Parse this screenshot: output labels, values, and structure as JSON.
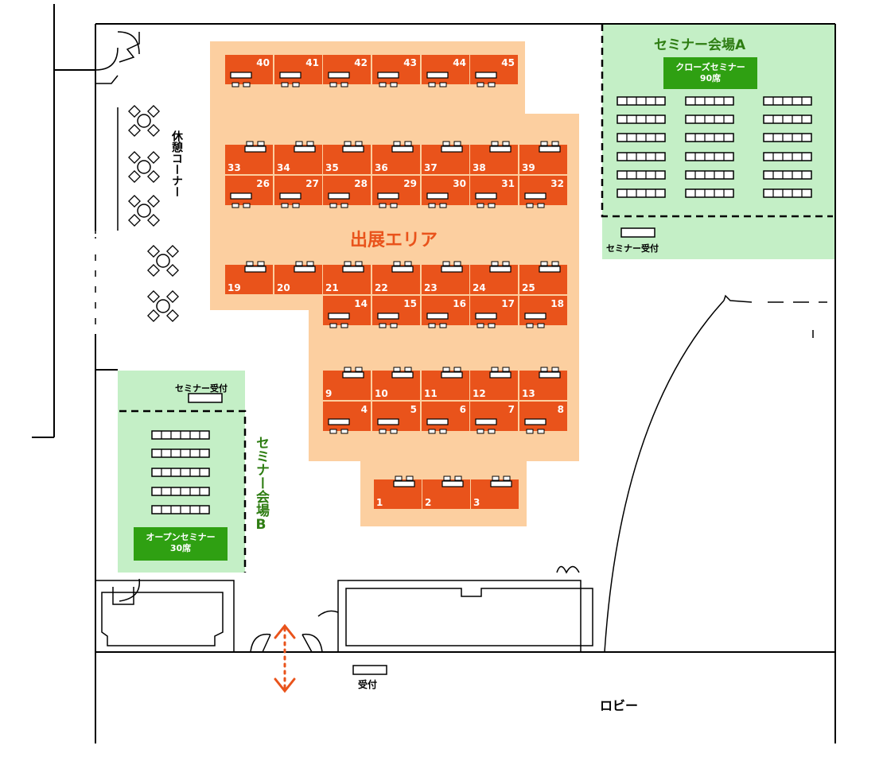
{
  "colors": {
    "exhibit_area": "#fccfa0",
    "booth": "#e9531b",
    "seminar_area": "#c4efc6",
    "badge": "#2fa012",
    "seminar_title": "#2e7d12",
    "arrow": "#e9531b"
  },
  "exhibit": {
    "title": "出展エリア",
    "booths": [
      {
        "num": "40"
      },
      {
        "num": "41"
      },
      {
        "num": "42"
      },
      {
        "num": "43"
      },
      {
        "num": "44"
      },
      {
        "num": "45"
      },
      {
        "num": "33"
      },
      {
        "num": "34"
      },
      {
        "num": "35"
      },
      {
        "num": "36"
      },
      {
        "num": "37"
      },
      {
        "num": "38"
      },
      {
        "num": "39"
      },
      {
        "num": "26"
      },
      {
        "num": "27"
      },
      {
        "num": "28"
      },
      {
        "num": "29"
      },
      {
        "num": "30"
      },
      {
        "num": "31"
      },
      {
        "num": "32"
      },
      {
        "num": "19"
      },
      {
        "num": "20"
      },
      {
        "num": "21"
      },
      {
        "num": "22"
      },
      {
        "num": "23"
      },
      {
        "num": "24"
      },
      {
        "num": "25"
      },
      {
        "num": "14"
      },
      {
        "num": "15"
      },
      {
        "num": "16"
      },
      {
        "num": "17"
      },
      {
        "num": "18"
      },
      {
        "num": "9"
      },
      {
        "num": "10"
      },
      {
        "num": "11"
      },
      {
        "num": "12"
      },
      {
        "num": "13"
      },
      {
        "num": "4"
      },
      {
        "num": "5"
      },
      {
        "num": "6"
      },
      {
        "num": "7"
      },
      {
        "num": "8"
      },
      {
        "num": "1"
      },
      {
        "num": "2"
      },
      {
        "num": "3"
      }
    ]
  },
  "seminar_a": {
    "title": "セミナー会場A",
    "badge_line1": "クローズセミナー",
    "badge_line2": "90席",
    "reception": "セミナー受付"
  },
  "seminar_b": {
    "title": "セミナー会場B",
    "badge_line1": "オープンセミナー",
    "badge_line2": "30席",
    "reception": "セミナー受付"
  },
  "lounge": {
    "label": "休憩コーナー"
  },
  "reception": {
    "label": "受付"
  },
  "lobby": {
    "label": "ロビー"
  }
}
